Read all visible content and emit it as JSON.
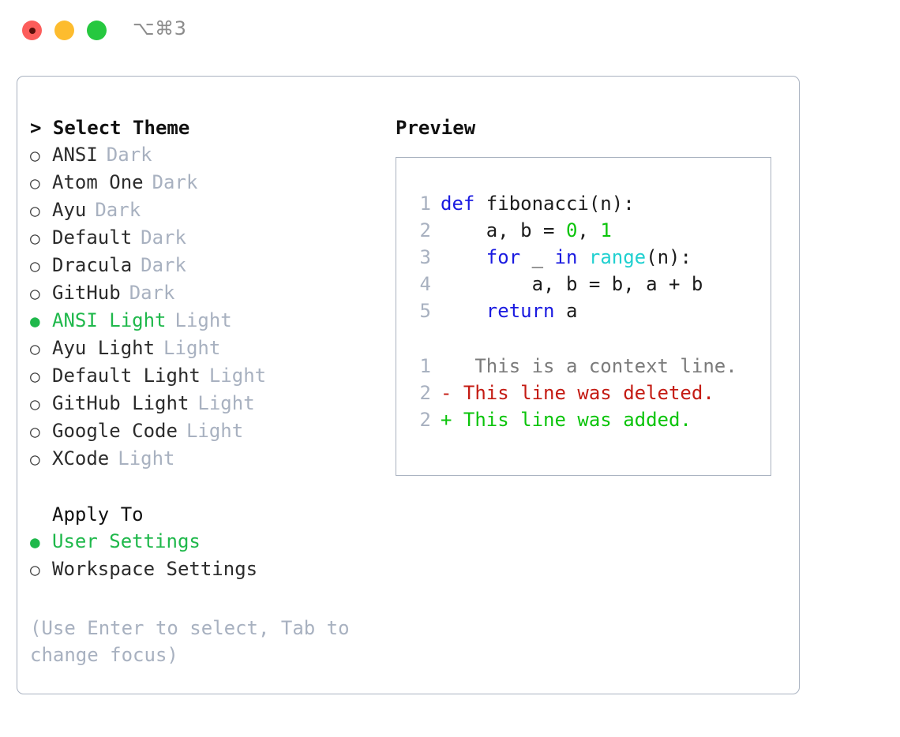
{
  "titlebar": {
    "shortcut_label": "⌥⌘3",
    "buttons": [
      {
        "name": "close",
        "color": "#fc5d5b"
      },
      {
        "name": "minimize",
        "color": "#fdbc2e"
      },
      {
        "name": "maximize",
        "color": "#26c83f"
      }
    ]
  },
  "theme_section": {
    "caret": ">",
    "title": "Select Theme",
    "marker_selected": "●",
    "marker_unselected": "○",
    "items": [
      {
        "label": "ANSI",
        "tag": "Dark",
        "selected": false
      },
      {
        "label": "Atom One",
        "tag": "Dark",
        "selected": false
      },
      {
        "label": "Ayu",
        "tag": "Dark",
        "selected": false
      },
      {
        "label": "Default",
        "tag": "Dark",
        "selected": false
      },
      {
        "label": "Dracula",
        "tag": "Dark",
        "selected": false
      },
      {
        "label": "GitHub",
        "tag": "Dark",
        "selected": false
      },
      {
        "label": "ANSI Light",
        "tag": "Light",
        "selected": true
      },
      {
        "label": "Ayu Light",
        "tag": "Light",
        "selected": false
      },
      {
        "label": "Default Light",
        "tag": "Light",
        "selected": false
      },
      {
        "label": "GitHub Light",
        "tag": "Light",
        "selected": false
      },
      {
        "label": "Google Code",
        "tag": "Light",
        "selected": false
      },
      {
        "label": "XCode",
        "tag": "Light",
        "selected": false
      }
    ]
  },
  "apply_section": {
    "title": "Apply To",
    "items": [
      {
        "label": "User Settings",
        "selected": true
      },
      {
        "label": "Workspace Settings",
        "selected": false
      }
    ]
  },
  "hint": "(Use Enter to select, Tab to change focus)",
  "preview": {
    "title": "Preview",
    "code_lines": [
      {
        "no": "1",
        "tokens": [
          {
            "t": "def",
            "c": "kw"
          },
          {
            "t": " fibonacci(n):",
            "c": "plain"
          }
        ]
      },
      {
        "no": "2",
        "tokens": [
          {
            "t": "    a, b = ",
            "c": "plain"
          },
          {
            "t": "0",
            "c": "num"
          },
          {
            "t": ", ",
            "c": "plain"
          },
          {
            "t": "1",
            "c": "num"
          }
        ]
      },
      {
        "no": "3",
        "tokens": [
          {
            "t": "    ",
            "c": "plain"
          },
          {
            "t": "for",
            "c": "kw"
          },
          {
            "t": " _ ",
            "c": "plain"
          },
          {
            "t": "in",
            "c": "kw"
          },
          {
            "t": " ",
            "c": "plain"
          },
          {
            "t": "range",
            "c": "builtin"
          },
          {
            "t": "(n):",
            "c": "plain"
          }
        ]
      },
      {
        "no": "4",
        "tokens": [
          {
            "t": "        a, b = b, a + b",
            "c": "plain"
          }
        ]
      },
      {
        "no": "5",
        "tokens": [
          {
            "t": "    ",
            "c": "plain"
          },
          {
            "t": "return",
            "c": "kw"
          },
          {
            "t": " a",
            "c": "plain"
          }
        ]
      }
    ],
    "diff_lines": [
      {
        "no": "1",
        "marker": " ",
        "text": "  This is a context line.",
        "kind": "context"
      },
      {
        "no": "2",
        "marker": "-",
        "text": " This line was deleted.",
        "kind": "del"
      },
      {
        "no": "2",
        "marker": "+",
        "text": " This line was added.",
        "kind": "add"
      }
    ]
  },
  "colors": {
    "accent_green": "#1fb84b",
    "keyword_blue": "#1a1ae0",
    "builtin_cyan": "#20d0d0",
    "number_green": "#0bc40b",
    "diff_del_red": "#c41b13",
    "diff_add_green": "#0bc40b",
    "muted_gray": "#a8b1c0",
    "border_gray": "#a9b2c0"
  }
}
